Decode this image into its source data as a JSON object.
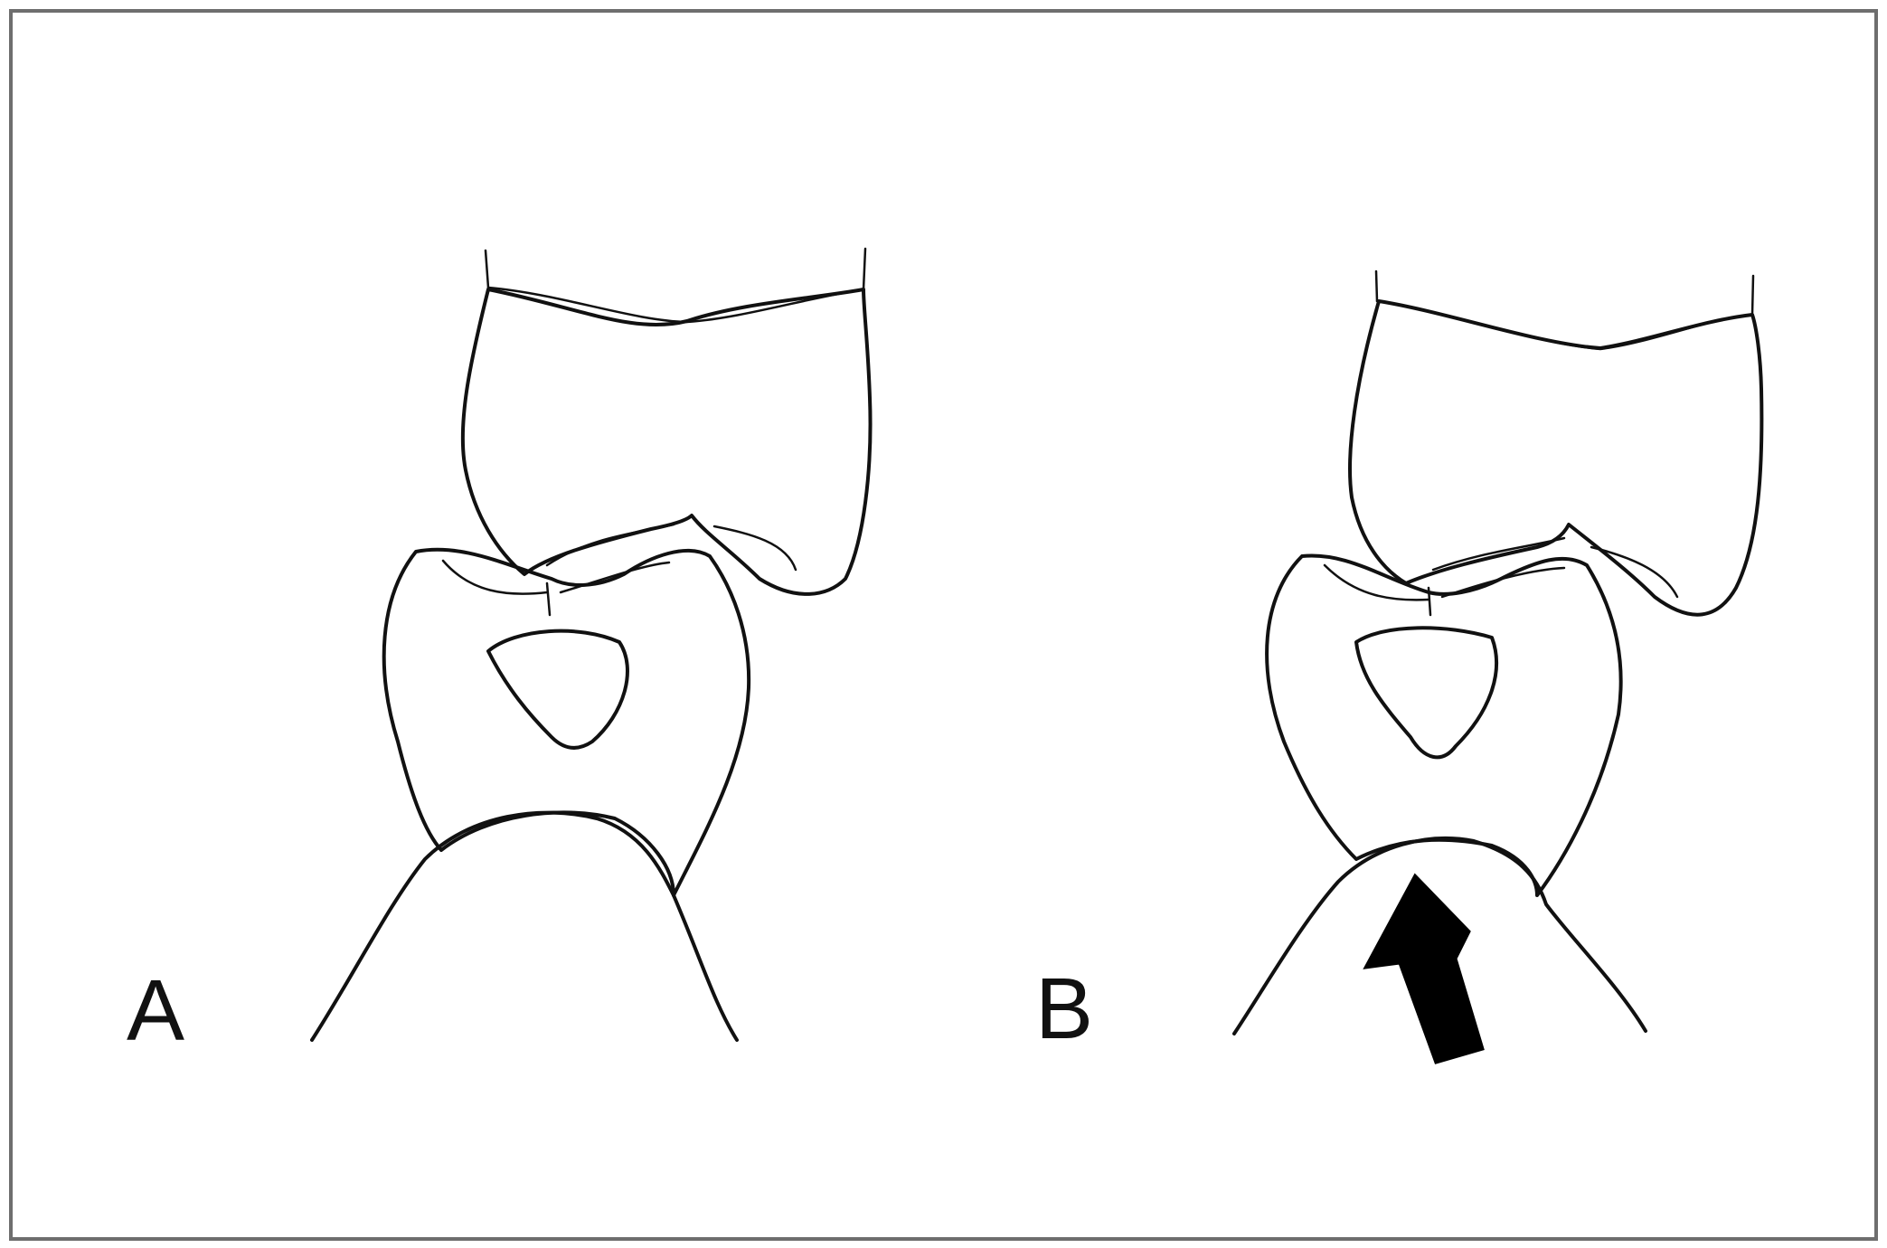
{
  "figure": {
    "panels": [
      {
        "id": "A",
        "label": "A"
      },
      {
        "id": "B",
        "label": "B"
      }
    ],
    "colors": {
      "background": "#ffffff",
      "frame": "#6e6e6e",
      "ink": "#111111",
      "stippled_fill": "#b8b8b8",
      "arrow": "#000000"
    },
    "icons": [
      "force-arrow-icon"
    ]
  }
}
